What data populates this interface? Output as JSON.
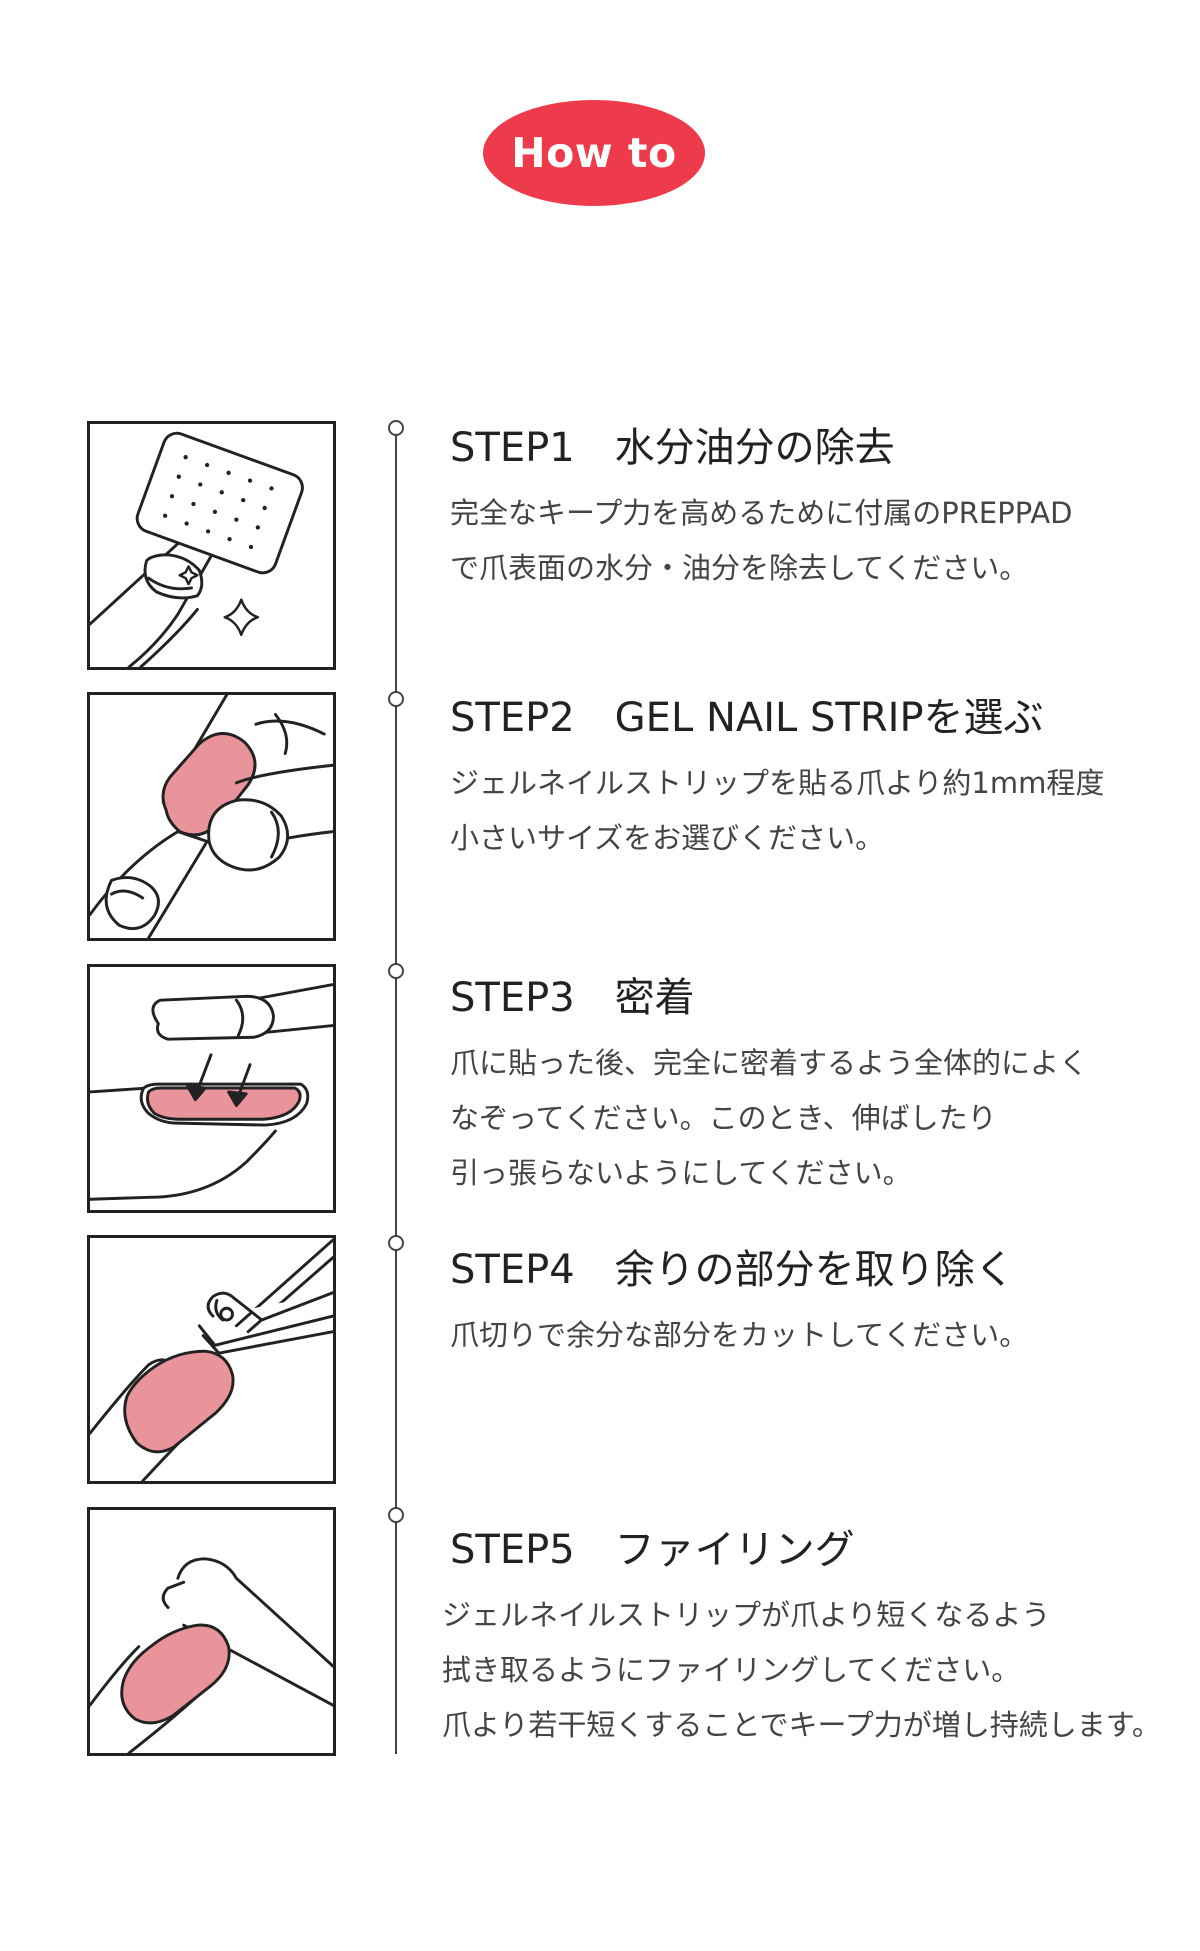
{
  "header": {
    "badge_label": "How to",
    "badge_color": "#EE3B4B"
  },
  "colors": {
    "nail_pink": "#E8949A",
    "line": "#222222"
  },
  "steps": [
    {
      "label": "STEP1",
      "title": "水分油分の除去",
      "lines": [
        "完全なキープ力を高めるために付属のPREPPAD",
        "で爪表面の水分・油分を除去してください。"
      ],
      "icon": "prep-pad-icon"
    },
    {
      "label": "STEP2",
      "title": "GEL NAIL STRIPを選ぶ",
      "lines": [
        "ジェルネイルストリップを貼る爪より約1mm程度",
        "小さいサイズをお選びください。"
      ],
      "icon": "nail-strip-icon"
    },
    {
      "label": "STEP3",
      "title": "密着",
      "lines": [
        "爪に貼った後、完全に密着するよう全体的によく",
        "なぞってください。このとき、伸ばしたり",
        "引っ張らないようにしてください。"
      ],
      "icon": "press-nail-icon"
    },
    {
      "label": "STEP4",
      "title": "余りの部分を取り除く",
      "lines": [
        "爪切りで余分な部分をカットしてください。"
      ],
      "icon": "nail-clipper-icon"
    },
    {
      "label": "STEP5",
      "title": "ファイリング",
      "lines": [
        "ジェルネイルストリップが爪より短くなるよう",
        "拭き取るようにファイリングしてください。",
        "爪より若干短くすることでキープ力が増し持続します。"
      ],
      "icon": "nail-file-icon"
    }
  ]
}
